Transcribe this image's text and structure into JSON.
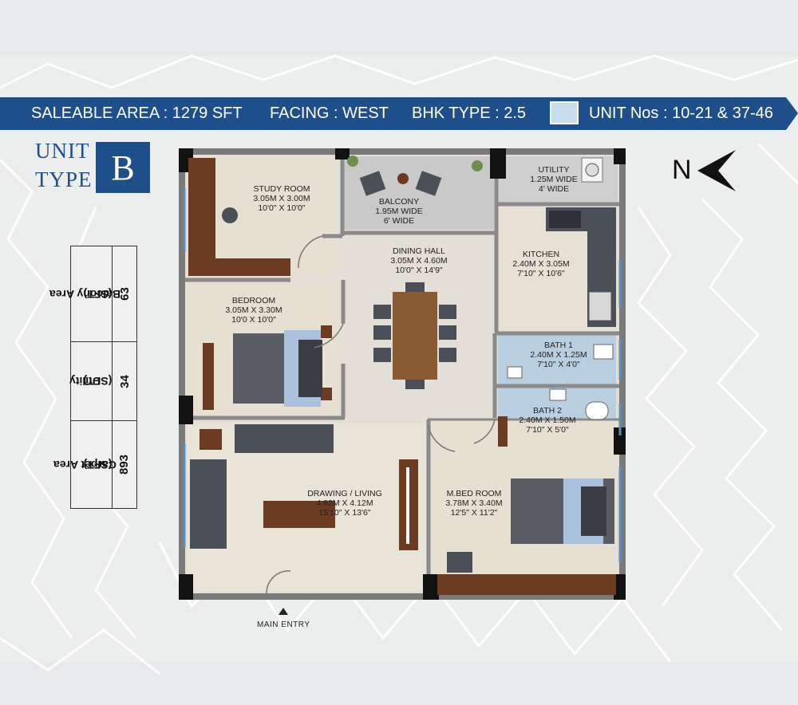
{
  "banner": {
    "saleable_area": "SALEABLE AREA : 1279 SFT",
    "facing": "FACING : WEST",
    "bhk_type": "BHK TYPE : 2.5",
    "unit_nos": "UNIT Nos : 10-21 & 37-46",
    "swatch_color": "#c7dcec",
    "bar_color": "#1f4f8a"
  },
  "unit_type": {
    "line1": "UNIT",
    "line2": "TYPE",
    "letter": "B"
  },
  "areas": [
    {
      "label_line1": "Balcony Area",
      "label_line2": "(SFT)",
      "value": "63"
    },
    {
      "label_line1": "Utility",
      "label_line2": "(SFT)",
      "value": "34"
    },
    {
      "label_line1": "Carpet Area",
      "label_line2": "(SFT)",
      "value": "893"
    }
  ],
  "north": {
    "label": "N",
    "icon": "north-arrow-icon"
  },
  "rooms": {
    "study": {
      "name": "STUDY ROOM",
      "metric": "3.05M X 3.00M",
      "imperial": "10'0\" X 10'0\""
    },
    "balcony": {
      "name": "BALCONY",
      "metric": "1.95M WIDE",
      "imperial": "6' WIDE"
    },
    "utility": {
      "name": "UTILITY",
      "metric": "1.25M WIDE",
      "imperial": "4' WIDE"
    },
    "dining": {
      "name": "DINING HALL",
      "metric": "3.05M X 4.60M",
      "imperial": "10'0\" X 14'9\""
    },
    "kitchen": {
      "name": "KITCHEN",
      "metric": "2.40M X 3.05M",
      "imperial": "7'10\" X 10'6\""
    },
    "bedroom": {
      "name": "BEDROOM",
      "metric": "3.05M X 3.30M",
      "imperial": "10'0 X 10'0\""
    },
    "bath1": {
      "name": "BATH 1",
      "metric": "2.40M X 1.25M",
      "imperial": "7'10\" X 4'0\""
    },
    "bath2": {
      "name": "BATH 2",
      "metric": "2.40M X 1.50M",
      "imperial": "7'10\" X 5'0\""
    },
    "living": {
      "name": "DRAWING / LIVING",
      "metric": "4.82M X 4.12M",
      "imperial": "15'10\" X 13'6\""
    },
    "master": {
      "name": "M.BED ROOM",
      "metric": "3.78M X 3.40M",
      "imperial": "12'5\" X 11'2\""
    }
  },
  "main_entry": "MAIN ENTRY"
}
